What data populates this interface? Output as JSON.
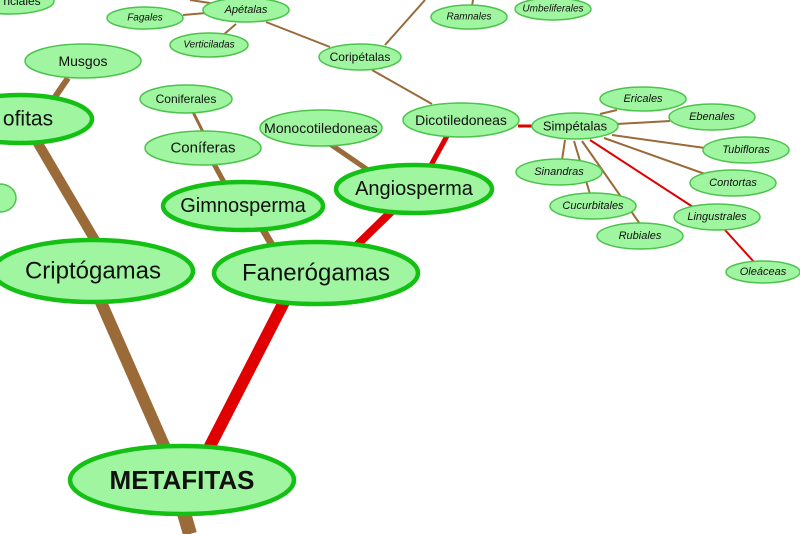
{
  "diagram": {
    "title": "METAFITAS",
    "colors": {
      "node_fill": "#a0f5a0",
      "node_border": "#4cc34c",
      "branch_brown": "#9a6a38",
      "branch_red": "#e00000"
    },
    "nodes": {
      "metafitas": "METAFITAS",
      "criptogamas": "Criptógamas",
      "fanerogamas": "Fanerógamas",
      "briofitas": "ofitas",
      "musgos": "Musgos",
      "gimnosperma": "Gimnosperma",
      "angiosperma": "Angiosperma",
      "coniferas": "Coníferas",
      "coniferales": "Coniferales",
      "monocotiledoneas": "Monocotiledoneas",
      "dicotiledoneas": "Dicotiledoneas",
      "coripetalas": "Coripétalas",
      "apetalas": "Apétalas",
      "fagales": "Fagales",
      "verticiladas": "Verticiladas",
      "ranunciales": "nciales",
      "ramnales": "Ramnales",
      "umbeliferales": "Umbeliferales",
      "simpetalas": "Simpétalas",
      "ericales": "Ericales",
      "ebenales": "Ebenales",
      "tubifloras": "Tubifloras",
      "contortas": "Contortas",
      "sinandras": "Sinandras",
      "cucurbitales": "Cucurbitales",
      "rubiales": "Rubiales",
      "lingustrales": "Lingustrales",
      "oleaceas": "Oleáceas"
    }
  }
}
